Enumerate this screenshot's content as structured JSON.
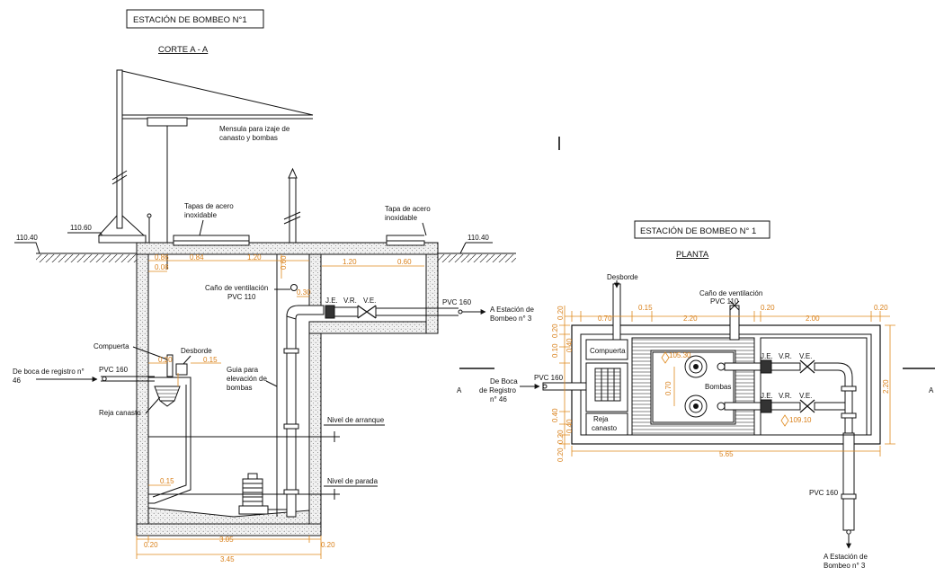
{
  "corte": {
    "box_title": "ESTACIÓN DE BOMBEO N°1",
    "subtitle": "CORTE A - A",
    "mensula": [
      "Mensula para izaje de",
      "canasto y bombas"
    ],
    "tapas_left": [
      "Tapas de acero",
      "inoxidable"
    ],
    "tapa_right": [
      "Tapa de acero",
      "inoxidable"
    ],
    "level_outer": "110.40",
    "level_crane": "110.60",
    "level_right": "110.40",
    "cano": [
      "Caño de ventilación",
      "PVC 110"
    ],
    "compuerta": "Compuerta",
    "desborde": "Desborde",
    "de_boca": [
      "De boca de registro n°",
      "46"
    ],
    "pvc_in": "PVC 160",
    "reja": "Reja canasto",
    "guia": [
      "Guia para",
      "elevación de",
      "bombas"
    ],
    "je": "J.E.",
    "vr": "V.R.",
    "ve": "V.E.",
    "pvc_out": "PVC 160",
    "a_estacion": [
      "A Estación de",
      "Bombeo n° 3"
    ],
    "nivel_arranque": "Nivel de arranque",
    "nivel_parada": "Nivel de parada",
    "dims": {
      "d086": "0.86",
      "d008": "0.08",
      "d084": "0.84",
      "d120a": "1.20",
      "d060v": "0.60",
      "d120b": "1.20",
      "d060": "0.60",
      "d030": "0.30",
      "d020a": "0.20",
      "d015a": "0.15",
      "d015b": "0.15",
      "d020b": "0.20",
      "d305": "3.05",
      "d020c": "0.20",
      "d345": "3.45"
    }
  },
  "planta": {
    "box_title": "ESTACIÓN DE BOMBEO N° 1",
    "subtitle": "PLANTA",
    "desborde": "Desborde",
    "cano": [
      "Caño de ventilación",
      "PVC 110"
    ],
    "compuerta": "Compuerta",
    "reja": [
      "Reja",
      "canasto"
    ],
    "de_boca": [
      "De Boca",
      "de Registro",
      "n° 46"
    ],
    "pvc_in": "PVC 160",
    "bombas": "Bombas",
    "je1": "J.E.",
    "vr1": "V.R.",
    "ve1": "V.E.",
    "je2": "J.E.",
    "vr2": "V.R.",
    "ve2": "V.E.",
    "pvc_out": "PVC 160",
    "a_estacion": [
      "A Estación de",
      "Bombeo n° 3"
    ],
    "section_left": "A",
    "section_right": "A",
    "level1": "105.30",
    "level2": "109.10",
    "dims": {
      "d020t": "0.20",
      "d070": "0.70",
      "d015": "0.15",
      "d220": "2.20",
      "d020m": "0.20",
      "d200": "2.00",
      "d020r": "0.20",
      "l020": "0.20",
      "l010": "0.10",
      "l040a": "0.40",
      "l040b": "0.40",
      "l040c": "0.40",
      "l020b": "0.20",
      "l020c": "0.20",
      "d070v": "0.70",
      "r220": "2.20",
      "d565": "5.65"
    }
  }
}
